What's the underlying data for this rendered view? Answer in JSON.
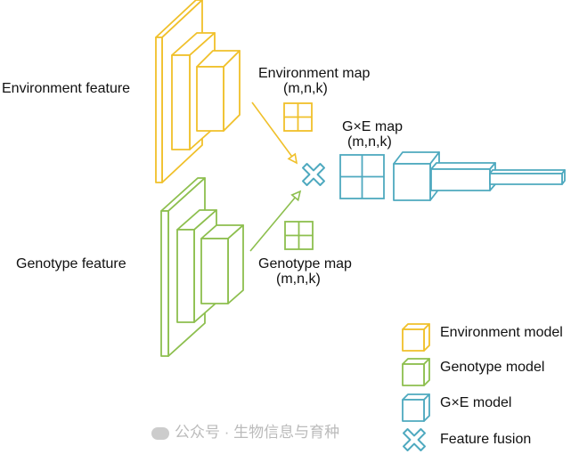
{
  "colors": {
    "environment": "#f0c02a",
    "genotype": "#8dbf4e",
    "gxe": "#4ea9bf"
  },
  "labels": {
    "environment_feature": "Environment feature",
    "genotype_feature": "Genotype feature",
    "environment_map": "Environment map",
    "environment_map_dims": "(m,n,k)",
    "gxe_map": "G×E map",
    "gxe_map_dims": "(m,n,k)",
    "genotype_map": "Genotype map",
    "genotype_map_dims": "(m,n,k)"
  },
  "legend": [
    {
      "label": "Environment model",
      "icon": "yellow-cube"
    },
    {
      "label": "Genotype model",
      "icon": "green-cube"
    },
    {
      "label": "G×E model",
      "icon": "teal-cube"
    },
    {
      "label": "Feature fusion",
      "icon": "teal-cross"
    }
  ],
  "watermark": "公众号 · 生物信息与育种"
}
